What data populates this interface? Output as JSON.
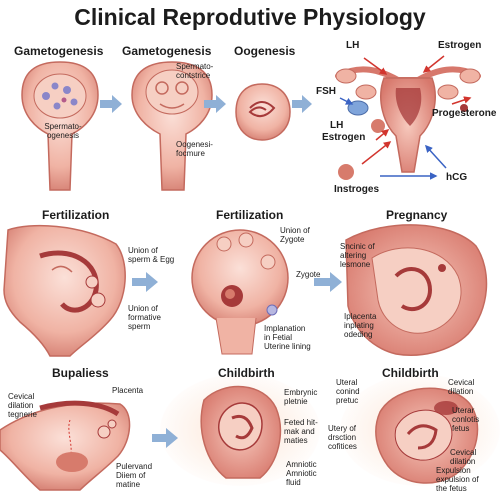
{
  "title": "Clinical Reprodutive Physiology",
  "row1": {
    "sec1": "Gametogenesis",
    "sec2": "Gametogenesis",
    "sec3": "Oogenesis",
    "lbl_spermato_ogenesis": "Spermato-\nogenesis",
    "lbl_spermato_contstrice": "Spermato-\ncontstrice",
    "lbl_oogenesi_focmure": "Oogenesi-\nfocmure"
  },
  "hormones": {
    "lh_top": "LH",
    "estrogen_top": "Estrogen",
    "fsh": "FSH",
    "lh_mid": "LH",
    "estrogen_mid": "Estrogen",
    "progesterone": "Progesterone",
    "instroges": "Instroges",
    "hcg": "hCG"
  },
  "row2": {
    "sec1": "Fertilization",
    "sec2": "Fertilization",
    "sec3": "Pregnancy",
    "lbl_union_sperm_egg": "Union of\nsperm & Egg",
    "lbl_union_formative": "Union of\nformative\nsperm",
    "lbl_union_zygote": "Union of\nZygote",
    "lbl_zygote": "Zygote",
    "lbl_implanation": "Implanation\nin Fetial\nUterine lining",
    "lbl_snenic": "Sncinic of\naltering\nlesmone",
    "lbl_iplacenta": "Iplacenta\ninplating\nodeding"
  },
  "row3": {
    "sec1": "Bupaliess",
    "sec2": "Childbirth",
    "sec3": "Childbirth",
    "lbl_cevical_dilation_left": "Cevical\ndilation\ntegnerie",
    "lbl_placenta": "Placenta",
    "lbl_pulervand": "Pulervand\nDiiem of\nmatine",
    "lbl_embrynic": "Embrynic\npletnie",
    "lbl_feted": "Feted hit-\nmak and\nmaties",
    "lbl_amniotic": "Amniotic\nAmniotic\nfluid",
    "lbl_uteral_conind": "Uteral\nconind\npretuc",
    "lbl_cevical_dilation_right": "Cevical\ndilation",
    "lbl_uterar_conlotis": "Uterar\nconlotis\nfetus",
    "lbl_utery_drsction": "Utery of\ndrsction\ncofitices",
    "lbl_cevical_dilation_low": "Cevical\ndilation",
    "lbl_expulsion": "Expulsion\nexpulsion of\nthe fetus"
  },
  "colors": {
    "tissue": "#f2b8aa",
    "tissue_dark": "#c9665c",
    "tissue_deep": "#a63a3a",
    "arrow_blue": "#8fb0d6",
    "hormone_red": "#d2352e",
    "hormone_blue": "#3a63c4"
  }
}
